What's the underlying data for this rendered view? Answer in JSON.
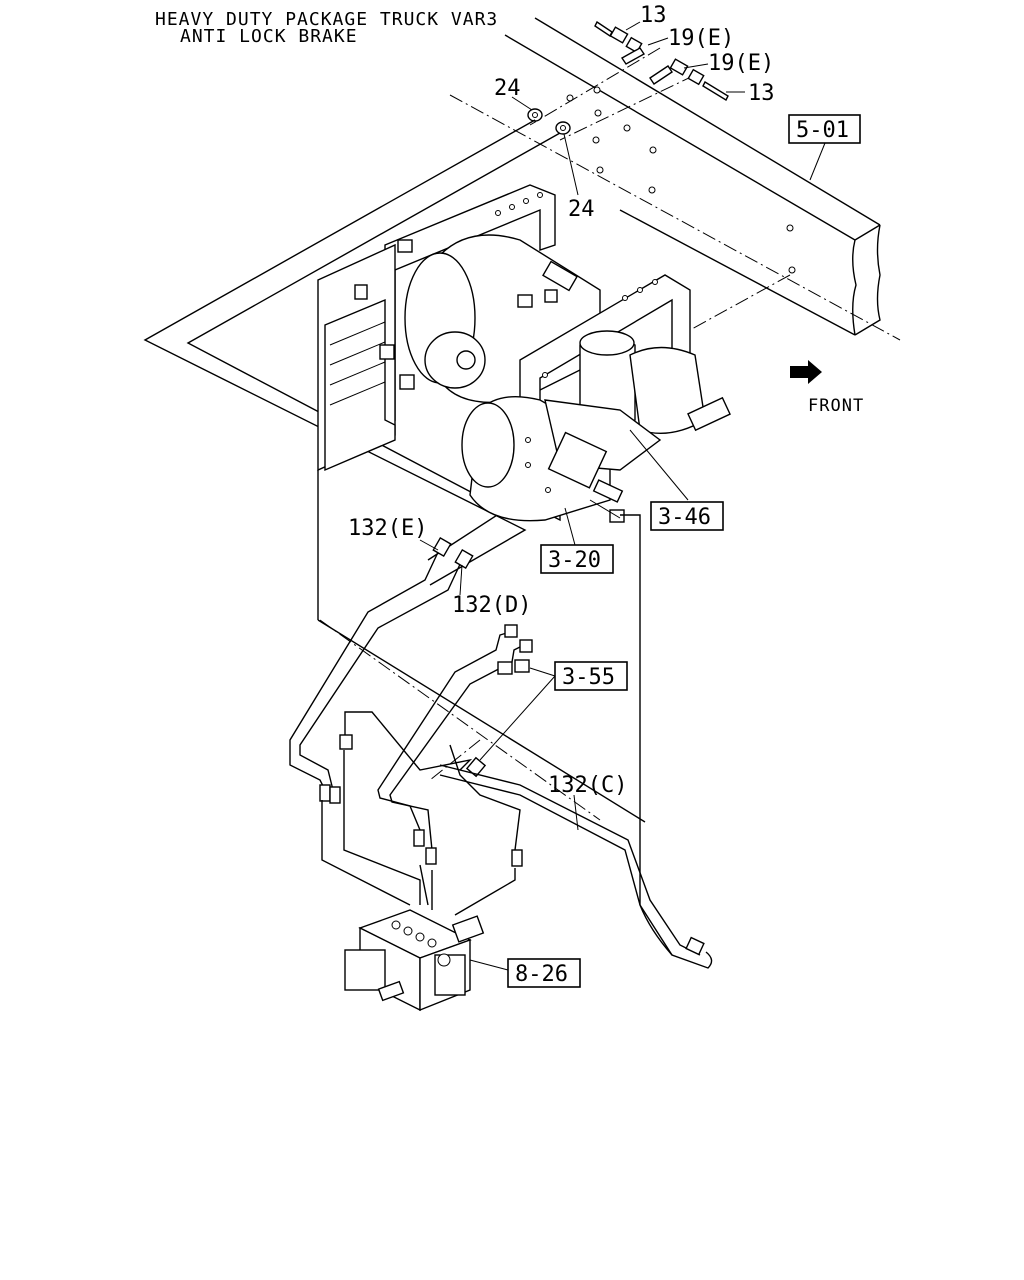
{
  "title": {
    "line1": "HEAVY DUTY PACKAGE TRUCK VAR3",
    "line2": "ANTI LOCK BRAKE"
  },
  "callouts": {
    "p13a": "13",
    "p19e_a": "19(E)",
    "p19e_b": "19(E)",
    "p13b": "13",
    "p24a": "24",
    "p24b": "24",
    "p132e": "132(E)",
    "p132d": "132(D)",
    "p132c": "132(C)"
  },
  "refs": {
    "r501": "5-01",
    "r346": "3-46",
    "r320": "3-20",
    "r355": "3-55",
    "r826": "8-26"
  },
  "front_label": "FRONT"
}
